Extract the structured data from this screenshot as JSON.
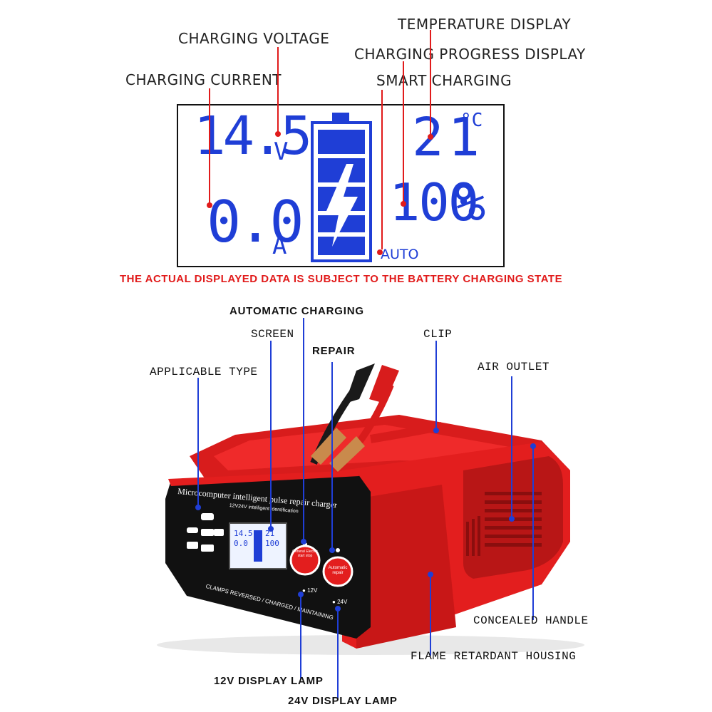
{
  "top_labels": {
    "temperature_display": "TEMPERATURE DISPLAY",
    "charging_voltage": "CHARGING VOLTAGE",
    "charging_progress_display": "CHARGING PROGRESS DISPLAY",
    "charging_current": "CHARGING CURRENT",
    "smart_charging": "SMART CHARGING"
  },
  "lcd": {
    "voltage_value": "14.5",
    "voltage_unit": "V",
    "current_value": "0.0",
    "current_unit": "A",
    "temperature_value": "21",
    "temperature_unit": "°C",
    "progress_value": "100",
    "progress_unit": "%",
    "mode": "AUTO"
  },
  "notice": "THE ACTUAL DISPLAYED DATA IS SUBJECT TO THE BATTERY CHARGING STATE",
  "product_labels": {
    "automatic_charging": "AUTOMATIC CHARGING",
    "screen": "SCREEN",
    "repair": "REPAIR",
    "clip": "CLIP",
    "applicable_type": "APPLICABLE TYPE",
    "air_outlet": "AIR OUTLET",
    "concealed_handle": "CONCEALED HANDLE",
    "flame_retardant_housing": "FLAME RETARDANT HOUSING",
    "display_lamp_12v": "12V DISPLAY LAMP",
    "display_lamp_24v": "24V DISPLAY LAMP"
  },
  "device": {
    "panel_title": "Microcomputer intelligent pulse repair charger",
    "panel_subtitle": "12V24V intelligent identification",
    "panel_bottom": "CLAMPS REVERSED / CHARGED / MAINTAINING",
    "button_left_text": "Genera/ Electric start stop",
    "button_right_text": "Automatic repair",
    "lamp_12v": "12V",
    "lamp_24v": "24V"
  },
  "colors": {
    "lcd_blue": "#1f3ed6",
    "callout_red": "#e11b1b",
    "housing_red": "#e31e1e",
    "panel_black": "#111111"
  }
}
